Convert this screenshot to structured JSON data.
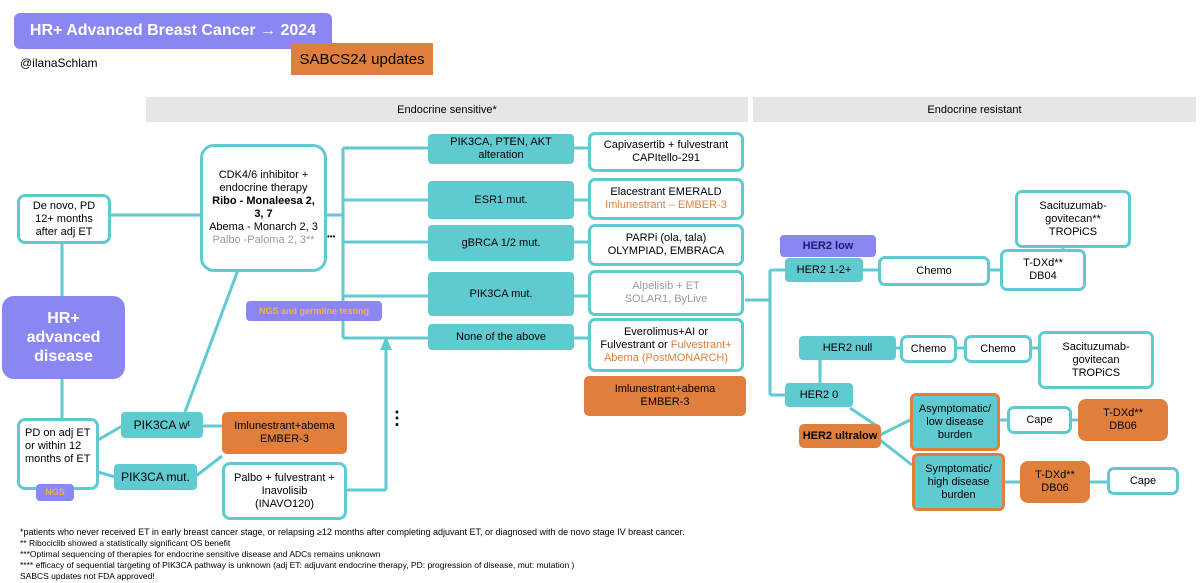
{
  "header": {
    "title": "HR+ Advanced Breast Cancer → 2024",
    "author": "@ilanaSchlam",
    "badge": "SABCS24 updates"
  },
  "bands": {
    "sensitive": "Endocrine sensitive*",
    "resistant": "Endocrine resistant"
  },
  "start": {
    "hr_line1": "HR+",
    "hr_line2": "advanced",
    "hr_line3": "disease",
    "denovo": "De novo, PD 12+ months after adj ET",
    "pd_adj": "PD on adj ET or within 12 months of ET",
    "ngs": "NGS"
  },
  "cdk": {
    "line1": "CDK4/6 inhibitor +",
    "line2": "endocrine therapy",
    "ribo": "Ribo - Monaleesa 2, 3, 7",
    "abema": "Abema - Monarch 2, 3",
    "palbo": "Palbo -Paloma 2, 3**",
    "dots": "•••"
  },
  "ngs_germline": "NGS and germline testing",
  "branches": {
    "pik3ca_wt": "PIK3CA wᵗ",
    "pik3ca_mut": "PIK3CA mut.",
    "imlun_abema_1": "Imlunestrant+abema",
    "imlun_abema_2": "EMBER-3",
    "palbo_inavo_1": "Palbo + fulvestrant +",
    "palbo_inavo_2": "Inavolisib",
    "palbo_inavo_3": "(INAVO120)",
    "vdots": "⋮"
  },
  "alterations": {
    "a1": "PIK3CA, PTEN, AKT  alteration",
    "a2": "ESR1 mut.",
    "a3": "gBRCA 1/2 mut.",
    "a4": "PIK3CA mut.",
    "a5": "None of the above"
  },
  "therapies": {
    "t1_line1": "Capivasertib + fulvestrant",
    "t1_line2": "CAPItello-291",
    "t2_line1": "Elacestrant EMERALD",
    "t2_line2": "Imlunestrant – EMBER-3",
    "t3_line1": "PARPi (ola, tala)",
    "t3_line2": "OLYMPIAD, EMBRACA",
    "t4_line1": "Alpelisib + ET",
    "t4_line2": "SOLAR1, ByLive",
    "t5_line1": "Everolimus+AI or",
    "t5_line2": "Fulvestrant or",
    "t5_orange1": "Fulvestrant+",
    "t5_orange2": "Abema (PostMONARCH)",
    "t6_line1": "Imlunestrant+abema",
    "t6_line2": "EMBER-3"
  },
  "resistant": {
    "her2_low": "HER2 low",
    "her2_12": "HER2 1-2+",
    "chemo1": "Chemo",
    "tdxd_db04_1": "T-DXd**",
    "tdxd_db04_2": "DB04",
    "saci1_1": "Sacituzumab-",
    "saci1_2": "govitecan**",
    "saci1_3": "TROPiCS",
    "her2_null": "HER2 null",
    "chemo2": "Chemo",
    "chemo3": "Chemo",
    "saci2_1": "Sacituzumab-",
    "saci2_2": "govitecan",
    "saci2_3": "TROPiCS",
    "her2_0": "HER2 0",
    "her2_ultralow": "HER2 ultralow",
    "asym_1": "Asymptomatic/",
    "asym_2": "low disease",
    "asym_3": "burden",
    "cape1": "Cape",
    "tdxd_db06a_1": "T-DXd**",
    "tdxd_db06a_2": "DB06",
    "sym_1": "Symptomatic/",
    "sym_2": "high disease",
    "sym_3": "burden",
    "tdxd_db06b_1": "T-DXd**",
    "tdxd_db06b_2": "DB06",
    "cape2": "Cape"
  },
  "footnotes": {
    "f1": "*patients who never received ET in early breast cancer stage, or relapsing ≥12 months after completing adjuvant ET, or diagnosed with de novo stage IV breast cancer.",
    "f2": "** Ribociclib showed a statistically significant OS benefit",
    "f3": "***Optimal sequencing of therapies for endocrine sensitive disease and ADCs remains unknown",
    "f4": "**** efficacy of sequential targeting of PIK3CA pathway is unknown  (adj ET: adjuvant endocrine therapy, PD: progression of disease, mut: mutation )",
    "f5": "SABCS updates not FDA approved!"
  },
  "colors": {
    "teal": "#5fcbd0",
    "orange": "#e07f3c",
    "purple": "#8a86f2",
    "band_grey": "#e6e6e6"
  }
}
